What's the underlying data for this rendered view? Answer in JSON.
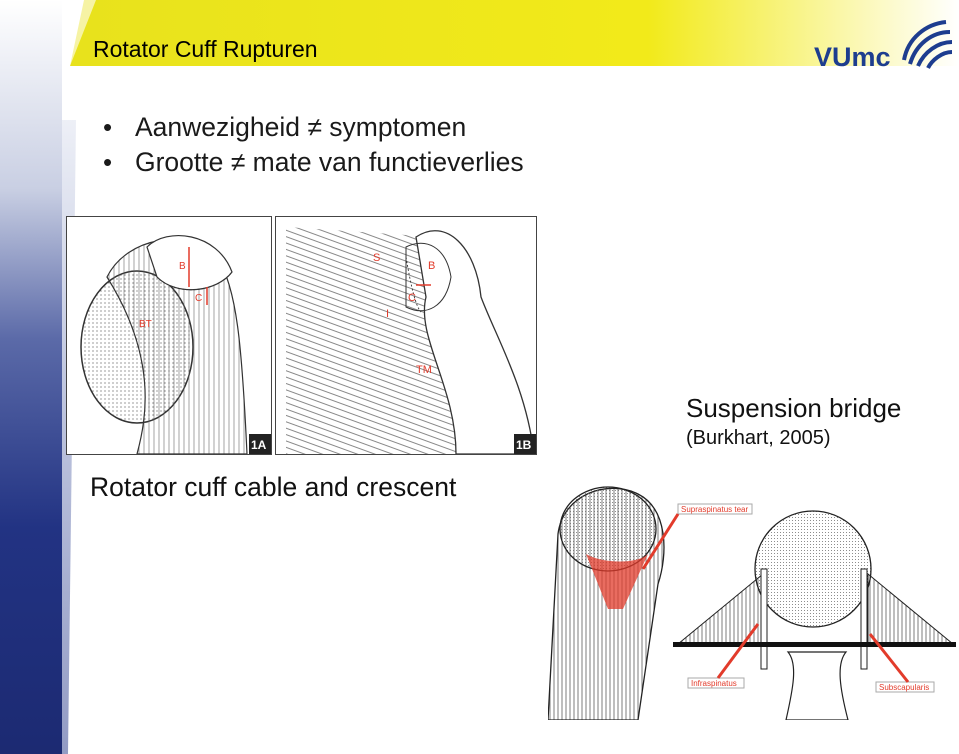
{
  "slide": {
    "title": "Rotator Cuff Rupturen",
    "bullets": [
      {
        "marker": "•",
        "text": "Aanwezigheid ≠  symptomen"
      },
      {
        "marker": "•",
        "text": "Grootte ≠ mate van functieverlies"
      }
    ],
    "logo_text": "VUmc",
    "caption_cable": "Rotator cuff cable and crescent",
    "caption_bridge": "Suspension bridge",
    "caption_citation": "(Burkhart, 2005)"
  },
  "figure_1a": {
    "labels": {
      "b": "B",
      "c": "C",
      "bt": "BT"
    },
    "tag": "1A"
  },
  "figure_1b": {
    "labels": {
      "s": "S",
      "b": "B",
      "c": "C",
      "i": "I",
      "tm": "TM"
    },
    "tag": "1B"
  },
  "figure_bridge": {
    "labels": {
      "supraspinatus": "Supraspinatus tear",
      "infraspinatus": "Infraspinatus",
      "subscapularis": "Subscapularis"
    }
  },
  "colors": {
    "accent_yellow": "#f2ea1a",
    "accent_navy": "#1c2a72",
    "label_red": "#e23b2b",
    "logo_blue": "#1d3d8f"
  }
}
